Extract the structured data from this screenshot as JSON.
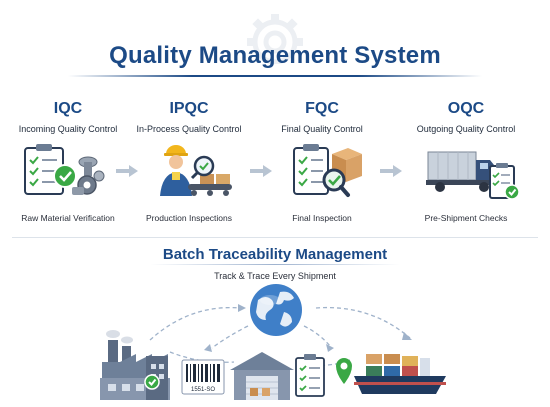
{
  "header": {
    "title": "Quality Management System",
    "background_icon": "gear-icon"
  },
  "stages": [
    {
      "code": "IQC",
      "name": "Incoming Quality Control",
      "caption": "Raw Material Verification",
      "icon": "checklist-bolts-icon"
    },
    {
      "code": "IPQC",
      "name": "In-Process Quality Control",
      "caption": "Production Inspections",
      "icon": "worker-inspection-icon"
    },
    {
      "code": "FQC",
      "name": "Final Quality Control",
      "caption": "Final Inspection",
      "icon": "clipboard-magnifier-icon"
    },
    {
      "code": "OQC",
      "name": "Outgoing Quality Control",
      "caption": "Pre-Shipment Checks",
      "icon": "truck-checklist-icon"
    }
  ],
  "traceability": {
    "title": "Batch Traceability Management",
    "subtitle": "Track & Trace Every Shipment",
    "barcode_text": "1551-SO",
    "icons": [
      "factory-icon",
      "barcode-icon",
      "warehouse-icon",
      "checklist-location-icon",
      "cargo-ship-icon",
      "globe-icon"
    ]
  },
  "colors": {
    "brand_blue": "#1c4a86",
    "check_green": "#3aa845",
    "arrow_gray": "#b8c4d2"
  }
}
